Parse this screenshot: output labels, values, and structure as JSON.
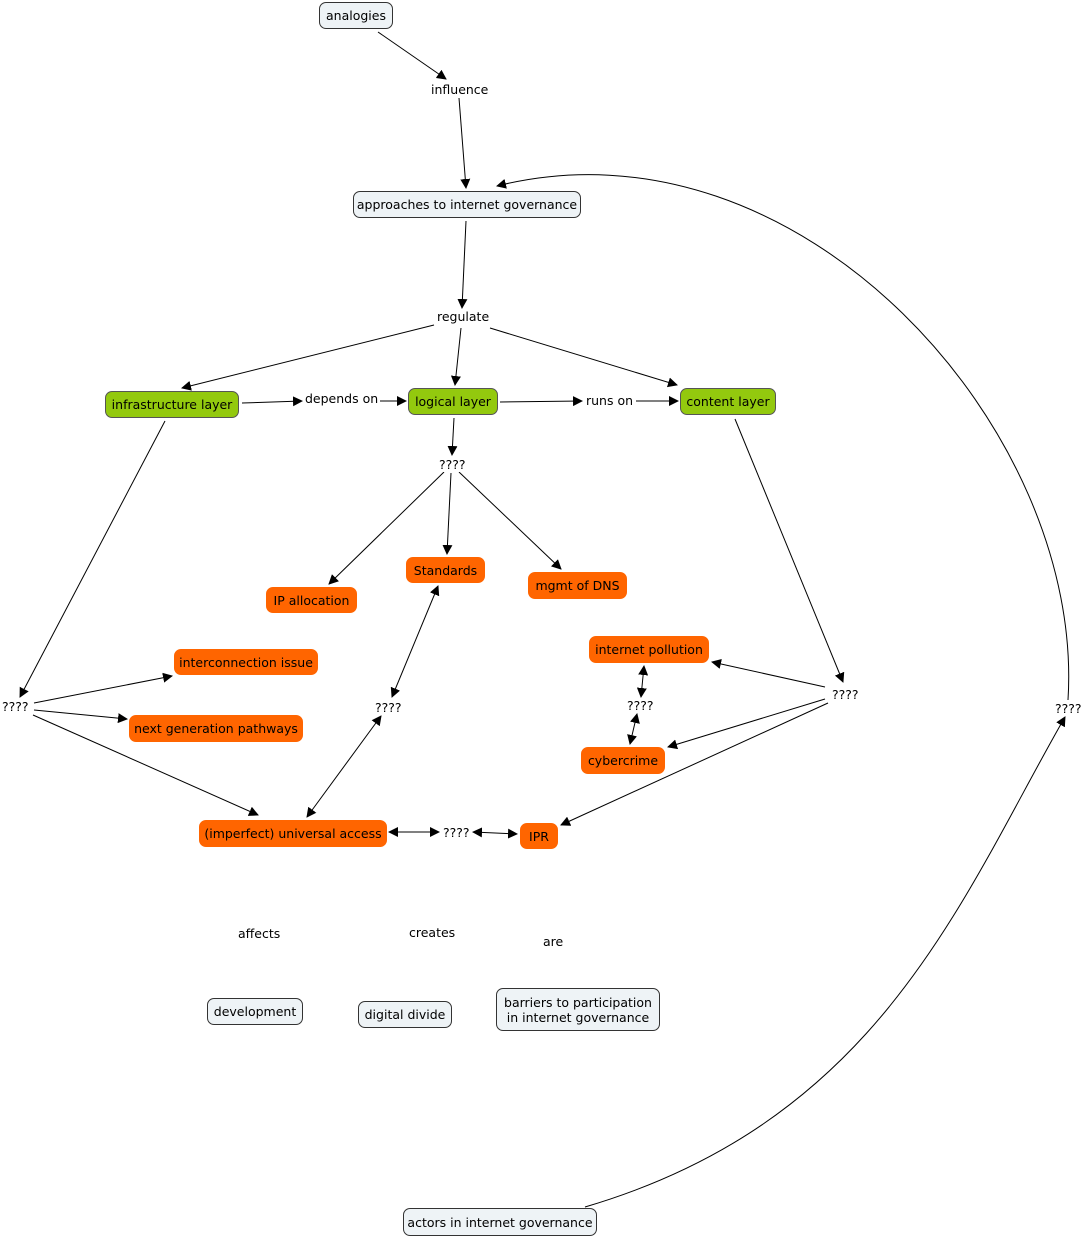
{
  "colors": {
    "concept": "#eef3f6",
    "layer": "#93c90e",
    "topic": "#ff6500",
    "line": "#000000"
  },
  "nodes": {
    "analogies": "analogies",
    "approaches": "approaches to internet governance",
    "infrastructure": "infrastructure layer",
    "logical": "logical layer",
    "content": "content layer",
    "ip_allocation": "IP allocation",
    "standards": "Standards",
    "mgmt_dns": "mgmt of DNS",
    "interconnection": "interconnection issue",
    "next_gen": "next generation pathways",
    "internet_pollution": "internet pollution",
    "cybercrime": "cybercrime",
    "universal_access": "(imperfect) universal access",
    "ipr": "IPR",
    "development": "development",
    "digital_divide": "digital divide",
    "barriers": "barriers to participation\n in internet governance",
    "actors": "actors in internet governance"
  },
  "links": {
    "influence": "influence",
    "regulate": "regulate",
    "depends_on": "depends on",
    "runs_on": "runs on",
    "q_logical": "????",
    "q_left": "????",
    "q_middle": "????",
    "q_right": "????",
    "q_pollution": "????",
    "q_bottom": "????",
    "q_far_right": "????",
    "affects": "affects",
    "creates": "creates",
    "are": "are"
  }
}
